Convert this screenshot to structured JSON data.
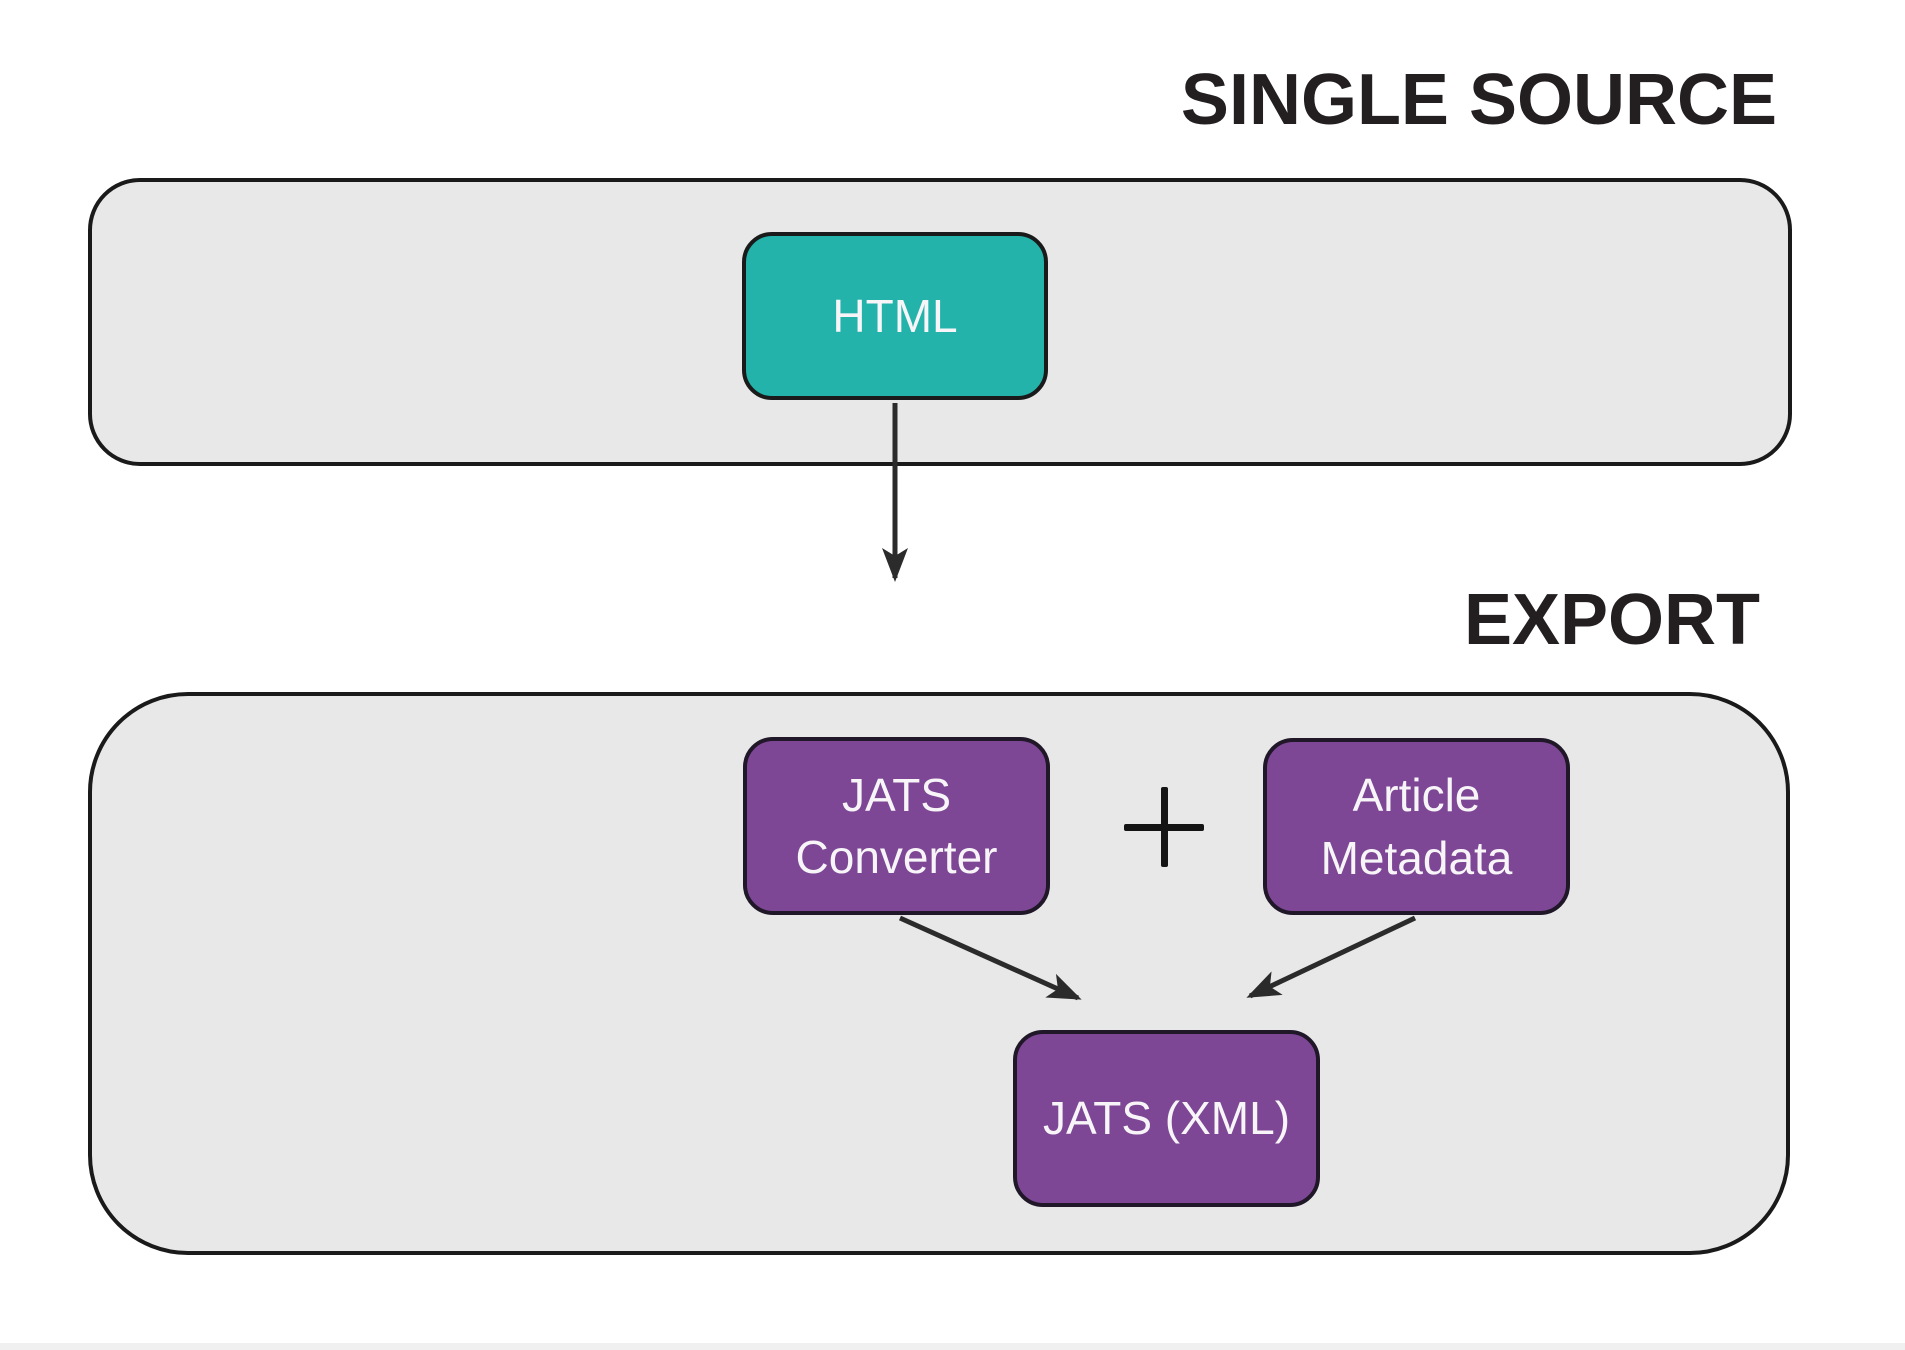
{
  "titles": {
    "single_source": "SINGLE SOURCE",
    "export": "EXPORT"
  },
  "source_band": {
    "html_node_label": "HTML"
  },
  "export_band": {
    "jats_converter_label": "JATS\nConverter",
    "plus_operator": "+",
    "article_metadata_label": "Article\nMetadata",
    "jats_xml_label": "JATS (XML)"
  },
  "colors": {
    "background": "#ffffff",
    "band_fill": "#e8e8e8",
    "band_outline": "#1a1a1a",
    "teal_node": "#23b3ab",
    "purple_node": "#7d4795",
    "node_text": "#f7f5f8",
    "title_text": "#231f20",
    "arrow": "#2b2b2b",
    "footer_strip": "#f0f0f0"
  }
}
